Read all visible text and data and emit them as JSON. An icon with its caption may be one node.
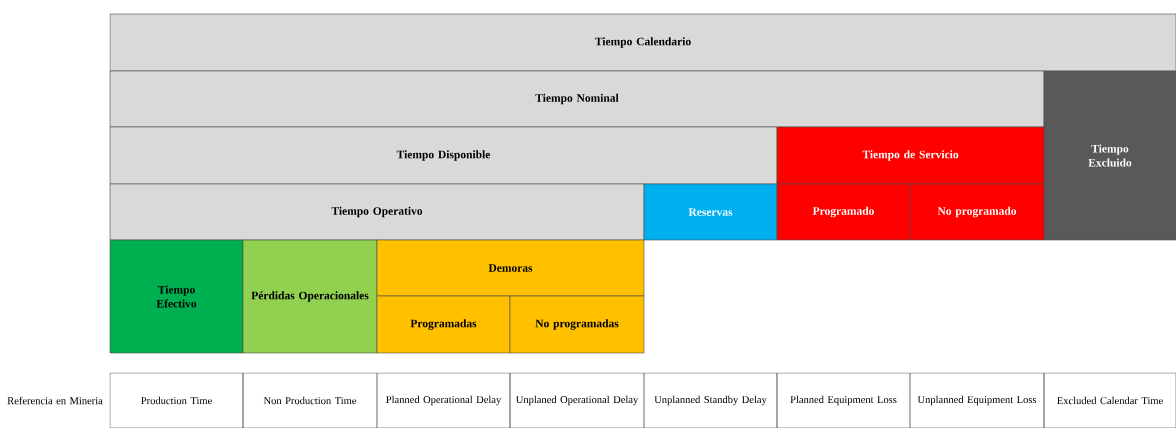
{
  "diagram": {
    "nodes": [
      {
        "text": [
          "Tiempo Calendario"
        ]
      },
      {
        "text": [
          "Tiempo Nominal"
        ]
      },
      {
        "text": [
          "Tiempo Excluido"
        ]
      },
      {
        "text": [
          "Tiempo Disponible"
        ]
      },
      {
        "text": [
          "Tiempo de Servicio"
        ]
      },
      {
        "text": [
          "Tiempo Operativo"
        ]
      },
      {
        "text": [
          "Reservas"
        ]
      },
      {
        "text": [
          "Programado"
        ]
      },
      {
        "text": [
          "No programado"
        ]
      },
      {
        "text": [
          "Tiempo Efectivo"
        ]
      },
      {
        "text": [
          "Pérdidas Operacionales"
        ]
      },
      {
        "text": [
          "Demoras"
        ]
      },
      {
        "text": [
          "Programadas"
        ]
      },
      {
        "text": [
          "No programadas"
        ]
      }
    ],
    "labels": [
      "Referencia en Mineria",
      "Production Time",
      "Non Production Time",
      "Planned Operational Delay",
      "Unplaned Operational Delay",
      "Unplanned Standby Delay",
      "Planned Equipment Loss",
      "Unplanned Equipment Loss",
      "Excluded Calendar Time"
    ]
  }
}
